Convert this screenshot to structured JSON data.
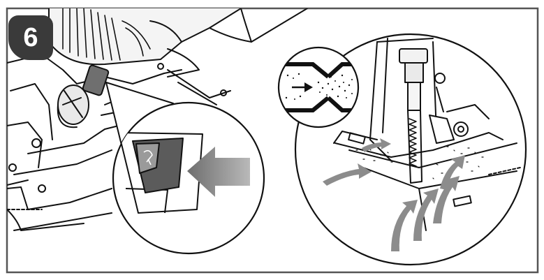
{
  "step": {
    "number": "6",
    "badge_color": "#3a3a3a"
  },
  "illustration": {
    "colors": {
      "outline": "#111111",
      "frame": "#555555",
      "arrow_gray": "#8c8c8c",
      "background": "#ffffff"
    },
    "elements": [
      "jigsaw-body-drawing",
      "dust-extraction-switch-callout",
      "push-direction-arrow",
      "blade-and-base-plate-callout",
      "airflow-arrows",
      "air-nozzle-inset"
    ]
  }
}
